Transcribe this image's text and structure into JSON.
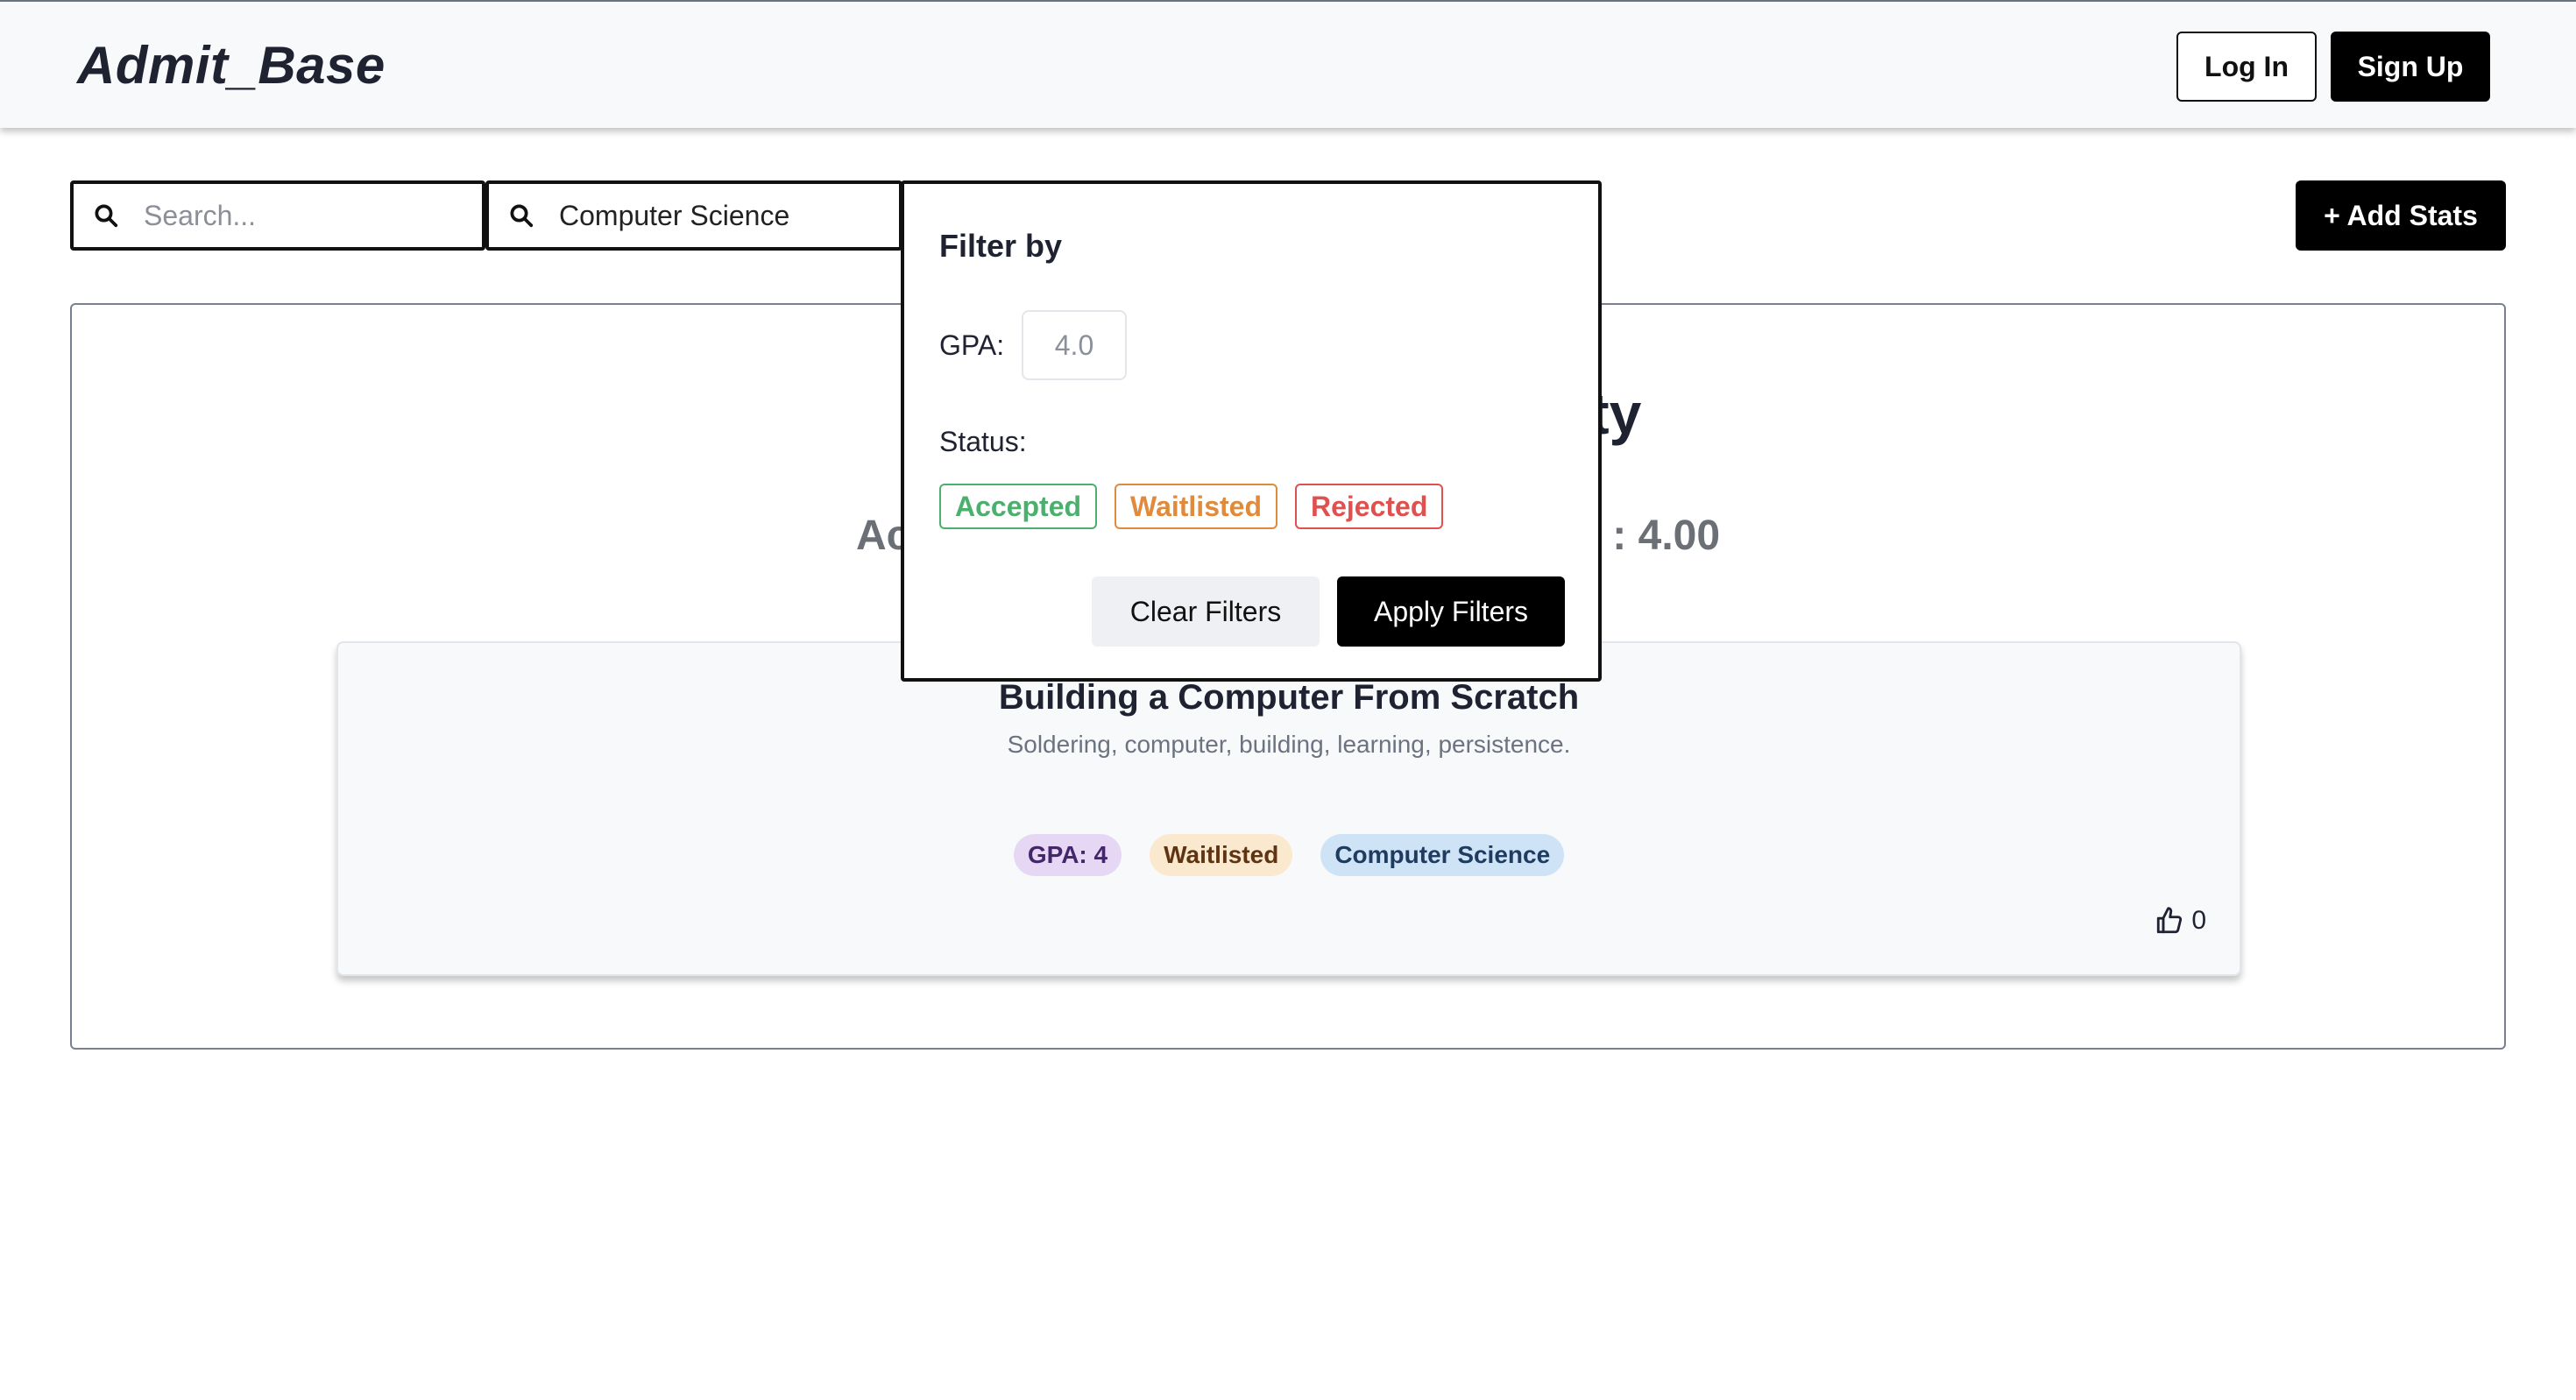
{
  "header": {
    "logo": "Admit_Base",
    "login_label": "Log In",
    "signup_label": "Sign Up"
  },
  "search": {
    "placeholder": "Search...",
    "major_value": "Computer Science"
  },
  "toolbar": {
    "add_stats_label": "+ Add Stats"
  },
  "main": {
    "title_visible_fragment": "ty",
    "stats_left_fragment": "Ac",
    "stats_right_fragment": ": 4.00"
  },
  "card": {
    "title": "Building a Computer From Scratch",
    "description": "Soldering, computer, building, learning, persistence.",
    "tags": {
      "gpa": "GPA: 4",
      "status": "Waitlisted",
      "major": "Computer Science"
    },
    "likes": "0"
  },
  "filter": {
    "title": "Filter by",
    "gpa_label": "GPA:",
    "gpa_placeholder": "4.0",
    "status_label": "Status:",
    "status_options": [
      "Accepted",
      "Waitlisted",
      "Rejected"
    ],
    "clear_label": "Clear Filters",
    "apply_label": "Apply Filters"
  },
  "colors": {
    "accepted": "#4caf6e",
    "waitlisted": "#e08a3c",
    "rejected": "#e0504f",
    "primary_button": "#000000"
  },
  "icons": [
    "search-icon",
    "thumbs-up-icon"
  ]
}
